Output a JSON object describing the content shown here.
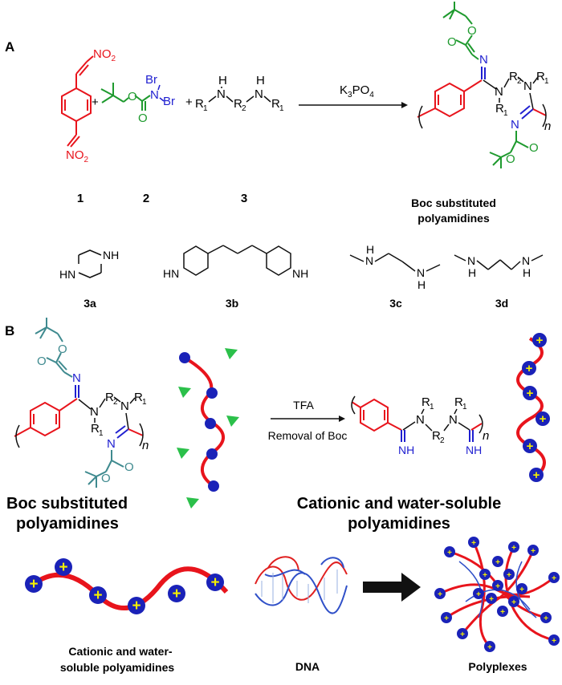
{
  "panel_a": {
    "label": "A",
    "reagent1": {
      "group": "NO",
      "sub": "2"
    },
    "reagent2": {
      "br": "Br",
      "n": "N",
      "o": "O"
    },
    "reagent3": {
      "h": "H",
      "n": "N",
      "r1": "R",
      "r1_sub": "1",
      "r2": "R",
      "r2_sub": "2"
    },
    "plus": "+",
    "catalyst": {
      "main": "K",
      "sub1": "3",
      "mid": "PO",
      "sub2": "4"
    },
    "compound_numbers": [
      "1",
      "2",
      "3"
    ],
    "product_caption": [
      "Boc substituted",
      "polyamidines"
    ],
    "product_atoms": {
      "n": "N",
      "o": "O",
      "r": "R",
      "r1_sub": "1",
      "r2_sub": "2",
      "repeat": "n"
    },
    "amines": [
      {
        "id": "3a",
        "nh": "NH",
        "hn": "HN"
      },
      {
        "id": "3b",
        "nh": "NH",
        "hn": "HN"
      },
      {
        "id": "3c",
        "n": "N",
        "h": "H"
      },
      {
        "id": "3d",
        "n": "N",
        "h": "H"
      }
    ]
  },
  "panel_b": {
    "label": "B",
    "reagent": "TFA",
    "step": "Removal of Boc",
    "left_caption": [
      "Boc substituted",
      "polyamidines"
    ],
    "right_caption": [
      "Cationic and water-soluble",
      "polyamidines"
    ],
    "product_atoms": {
      "n": "N",
      "nh": "NH",
      "r": "R",
      "r1_sub": "1",
      "r2_sub": "2",
      "repeat": "n"
    },
    "charge": "+"
  },
  "bottom": {
    "captions": [
      "Cationic and water-",
      "soluble polyamidines",
      "DNA",
      "Polyplexes"
    ]
  },
  "colors": {
    "red": "#e8141c",
    "green": "#1e9a2e",
    "blue": "#1f1fd0",
    "teal": "#3f8a8f",
    "navy": "#1a22b8",
    "yellow": "#f5f000",
    "triangle": "#2bc04a"
  }
}
